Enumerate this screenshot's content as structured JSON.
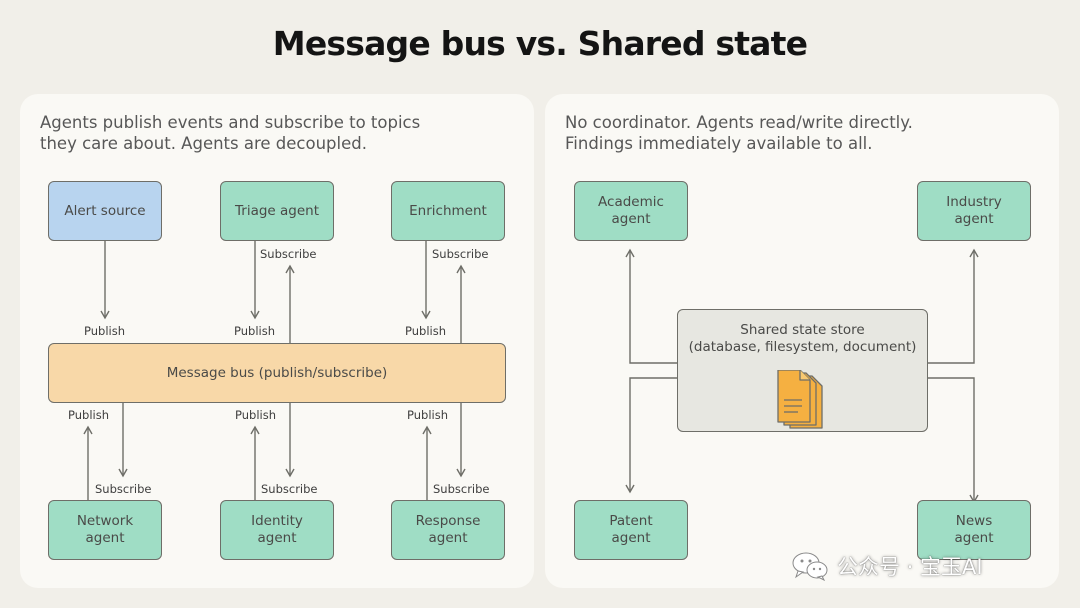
{
  "title": "Message bus vs. Shared state",
  "left_panel": {
    "description_line1": "Agents publish events and subscribe to topics",
    "description_line2": "they care about. Agents are decoupled.",
    "top_agents": [
      {
        "label": "Alert source"
      },
      {
        "label": "Triage agent"
      },
      {
        "label": "Enrichment"
      }
    ],
    "bus_label": "Message bus (publish/subscribe)",
    "bottom_agents": [
      {
        "line1": "Network",
        "line2": "agent"
      },
      {
        "line1": "Identity",
        "line2": "agent"
      },
      {
        "line1": "Response",
        "line2": "agent"
      }
    ],
    "publish_label": "Publish",
    "subscribe_label": "Subscribe"
  },
  "right_panel": {
    "description_line1": "No coordinator. Agents read/write directly.",
    "description_line2": "Findings immediately available to all.",
    "store_line1": "Shared state store",
    "store_line2": "(database, filesystem, document)",
    "agents": [
      {
        "line1": "Academic",
        "line2": "agent"
      },
      {
        "line1": "Industry",
        "line2": "agent"
      },
      {
        "line1": "Patent",
        "line2": "agent"
      },
      {
        "line1": "News",
        "line2": "agent"
      }
    ]
  },
  "colors": {
    "agent_green": "#9fddc5",
    "source_blue": "#b8d4ef",
    "bus_orange": "#f8d8a8",
    "store_gray": "#e7e7e1",
    "document_orange": "#f5b041"
  },
  "icons": {
    "document": "document-stack-icon",
    "watermark_logo": "wechat-logo-icon"
  },
  "watermark": "公众号 · 宝玉AI"
}
